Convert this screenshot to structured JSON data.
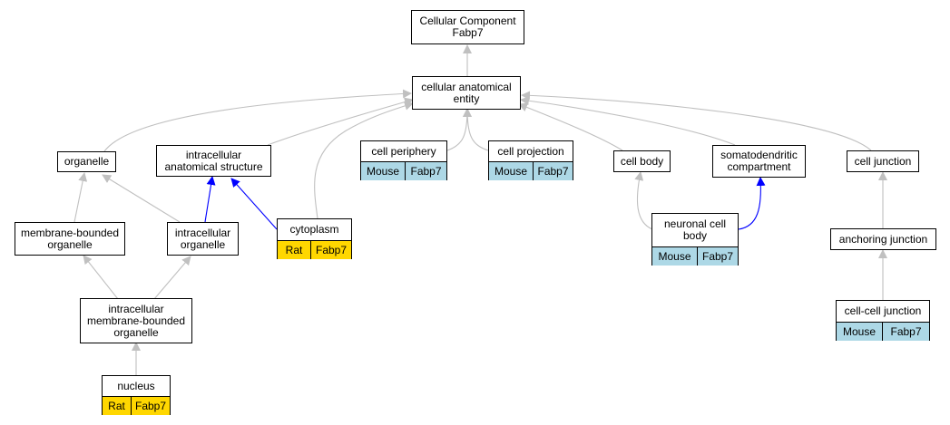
{
  "colors": {
    "edge_gray": "#c0c0c0",
    "edge_blue": "#0000ff",
    "mouse_cell": "#add8e6",
    "rat_cell": "#ffd700"
  },
  "nodes": {
    "root": {
      "title": "Cellular Component",
      "title2": "Fabp7"
    },
    "cae": {
      "title": "cellular anatomical",
      "title2": "entity"
    },
    "organelle": {
      "title": "organelle"
    },
    "ias": {
      "title": "intracellular",
      "title2": "anatomical structure"
    },
    "cell_periphery": {
      "title": "cell periphery",
      "species": "Mouse",
      "gene": "Fabp7"
    },
    "cell_projection": {
      "title": "cell projection",
      "species": "Mouse",
      "gene": "Fabp7"
    },
    "cell_body": {
      "title": "cell body"
    },
    "somatodendritic": {
      "title": "somatodendritic",
      "title2": "compartment"
    },
    "cell_junction": {
      "title": "cell junction"
    },
    "mbo": {
      "title": "membrane-bounded",
      "title2": "organelle"
    },
    "io": {
      "title": "intracellular",
      "title2": "organelle"
    },
    "cytoplasm": {
      "title": "cytoplasm",
      "species": "Rat",
      "gene": "Fabp7"
    },
    "ncb": {
      "title": "neuronal cell",
      "title2": "body",
      "species": "Mouse",
      "gene": "Fabp7"
    },
    "anchoring": {
      "title": "anchoring junction"
    },
    "imbo": {
      "title": "intracellular",
      "title2": "membrane-bounded",
      "title3": "organelle"
    },
    "ccj": {
      "title": "cell-cell junction",
      "species": "Mouse",
      "gene": "Fabp7"
    },
    "nucleus": {
      "title": "nucleus",
      "species": "Rat",
      "gene": "Fabp7"
    }
  }
}
